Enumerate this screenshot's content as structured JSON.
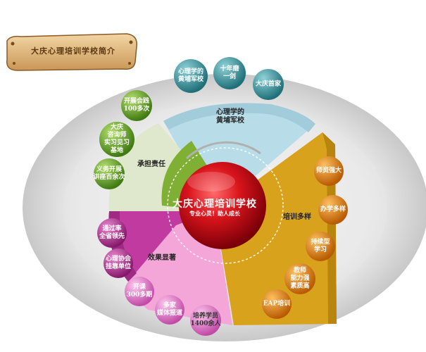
{
  "sign": {
    "title": "大庆心理培训学校简介"
  },
  "center": {
    "title": "大庆心理培训学校",
    "subtitle": "专业心灵！助人成长"
  },
  "sectors": {
    "top": {
      "label_line1": "心理学的",
      "label_line2": "黄埔军校",
      "color": "#b9dde8"
    },
    "right": {
      "label": "培训多样",
      "color": "#d9a21c"
    },
    "bottom": {
      "label": "效果显著",
      "color": "#f4a6d8"
    },
    "left_magenta": {
      "color": "#c03aa0"
    },
    "left": {
      "label": "承担责任",
      "color": "#dfe8cc"
    }
  },
  "bubbles": {
    "b1": {
      "line1": "心理学的",
      "line2": "黄埔军校"
    },
    "b2": {
      "line1": "十年磨",
      "line2": "一剑"
    },
    "b3": {
      "line1": "大庆首家"
    },
    "b4": {
      "line1": "师资强大"
    },
    "b5": {
      "line1": "办学多样"
    },
    "b6": {
      "line1": "持续型",
      "line2": "学习"
    },
    "b7": {
      "line1": "教师",
      "line2": "能力强",
      "line3": "素质高"
    },
    "b8": {
      "line1": "EAP培训"
    },
    "b9": {
      "line1": "培养学员",
      "line2": "1400余人"
    },
    "b10": {
      "line1": "多家",
      "line2": "媒体报道"
    },
    "b11": {
      "line1": "开课",
      "line2": "300多期"
    },
    "b12": {
      "line1": "心理协会",
      "line2": "挂靠单位"
    },
    "b13": {
      "line1": "通过率",
      "line2": "全省领先"
    },
    "b14": {
      "line1": "义务开展",
      "line2": "讲座百余次"
    },
    "b15": {
      "line1": "大庆",
      "line2": "咨询师",
      "line3": "实习见习",
      "line4": "基地"
    },
    "b16": {
      "line1": "开展会践",
      "line2": "100多次"
    }
  },
  "colors": {
    "teal": "#2f8f98",
    "orange": "#e07a10",
    "green": "#66a02a",
    "magenta": "#b0308f",
    "red": "#c80f1a"
  }
}
